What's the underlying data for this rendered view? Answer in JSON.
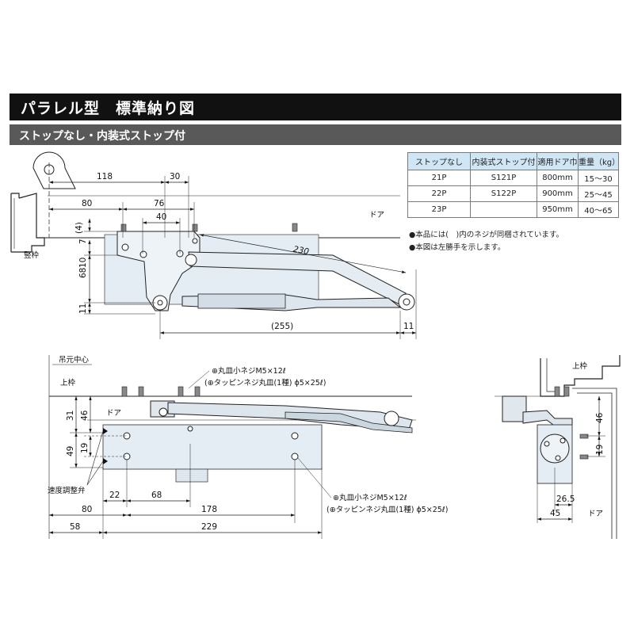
{
  "header": {
    "title": "パラレル型　標準納り図"
  },
  "subheader": {
    "title": "ストップなし・内装式ストップ付"
  },
  "spec_table": {
    "headers": [
      "ストップなし",
      "内装式ストップ付",
      "適用ドア巾",
      "重量（kg）"
    ],
    "rows": [
      [
        "21P",
        "S121P",
        "800mm",
        "15～30"
      ],
      [
        "22P",
        "S122P",
        "900mm",
        "25～45"
      ],
      [
        "23P",
        "",
        "950mm",
        "40～65"
      ]
    ]
  },
  "notes": [
    "●本品には(　)内のネジが同梱されています。",
    "●本図は左勝手を示します。"
  ],
  "top_view": {
    "dims": {
      "d118": "118",
      "d30": "30",
      "d80": "80",
      "d76": "76",
      "d40": "40",
      "d4": "(4)",
      "d7": "7",
      "d10": "10",
      "d68": "68",
      "d11a": "11",
      "d230": "230",
      "d255": "(255)",
      "d11b": "11"
    },
    "labels": {
      "door": "ドア",
      "frame": "竪枠"
    }
  },
  "front_view": {
    "dims": {
      "d31": "31",
      "d46": "46",
      "d49": "49",
      "d19": "19",
      "d22": "22",
      "d68": "68",
      "d80": "80",
      "d178": "178",
      "d58": "58",
      "d229": "229"
    },
    "labels": {
      "pivot_center": "吊元中心",
      "top_frame": "上枠",
      "door": "ドア",
      "speed_valve": "速度調整弁",
      "screw_a1": "⊕丸皿小ネジM5×12ℓ",
      "screw_a2": "(⊕タッピンネジ丸皿(1種) ϕ5×25ℓ)",
      "screw_b1": "⊕丸皿小ネジM5×12ℓ",
      "screw_b2": "(⊕タッピンネジ丸皿(1種) ϕ5×25ℓ)"
    }
  },
  "side_view": {
    "dims": {
      "d46": "46",
      "d19": "19",
      "d26_5": "26.5",
      "d45": "45"
    },
    "labels": {
      "top_frame": "上枠",
      "door": "ドア"
    }
  }
}
